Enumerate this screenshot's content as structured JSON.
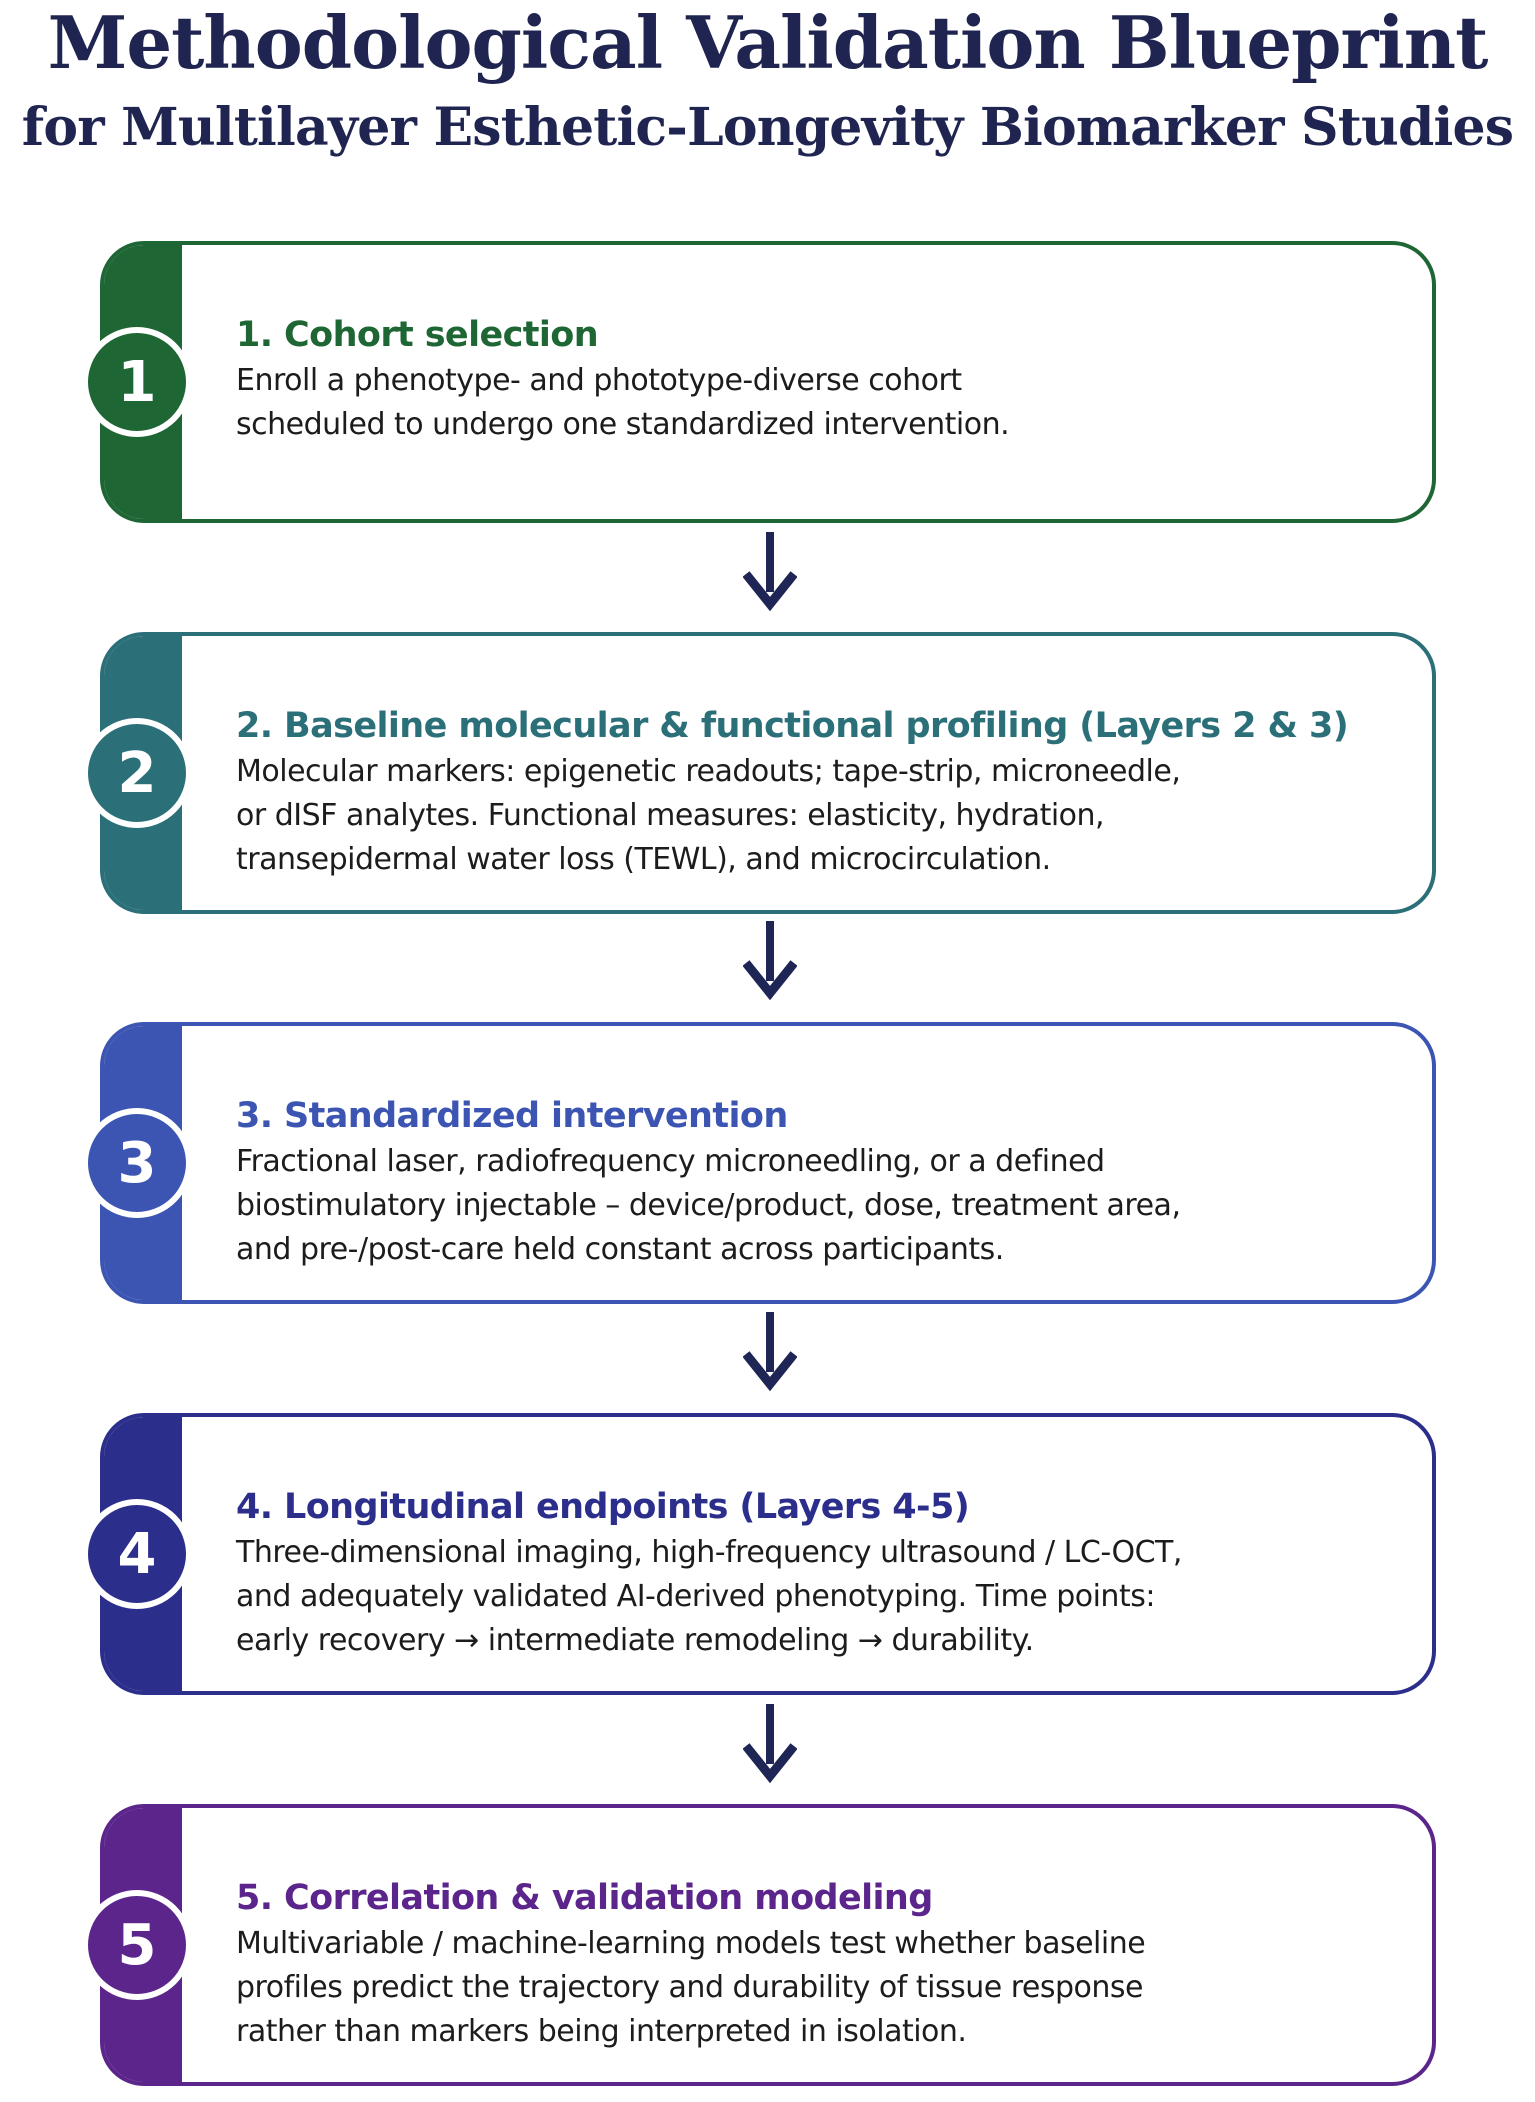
{
  "title": {
    "line1": "Methodological Validation Blueprint",
    "line2": "for Multilayer Esthetic-Longevity Biomarker Studies"
  },
  "colors": {
    "step1": "#1e6634",
    "step2": "#2b6f78",
    "step3": "#3c55b2",
    "step4": "#2c2e8c",
    "step5": "#5b258c",
    "arrow": "#1f2554"
  },
  "steps": [
    {
      "number": "1",
      "heading": "1. Cohort selection",
      "body": "Enroll a phenotype- and phototype-diverse cohort\nscheduled to undergo one standardized intervention."
    },
    {
      "number": "2",
      "heading": "2. Baseline molecular & functional profiling (Layers 2 & 3)",
      "body": "Molecular markers: epigenetic readouts; tape-strip, microneedle,\nor dISF analytes. Functional measures: elasticity, hydration,\ntransepidermal water loss (TEWL), and microcirculation."
    },
    {
      "number": "3",
      "heading": "3. Standardized intervention",
      "body": "Fractional laser, radiofrequency microneedling, or a defined\nbiostimulatory injectable – device/product, dose, treatment area,\nand pre-/post-care held constant across participants."
    },
    {
      "number": "4",
      "heading": "4. Longitudinal endpoints (Layers 4-5)",
      "body": "Three-dimensional imaging, high-frequency ultrasound / LC-OCT,\nand adequately validated AI-derived phenotyping. Time points:\nearly recovery → intermediate remodeling → durability."
    },
    {
      "number": "5",
      "heading": "5. Correlation & validation modeling",
      "body": "Multivariable / machine-learning models test whether baseline\nprofiles predict the trajectory and durability of tissue response\nrather than markers being interpreted in isolation."
    }
  ]
}
